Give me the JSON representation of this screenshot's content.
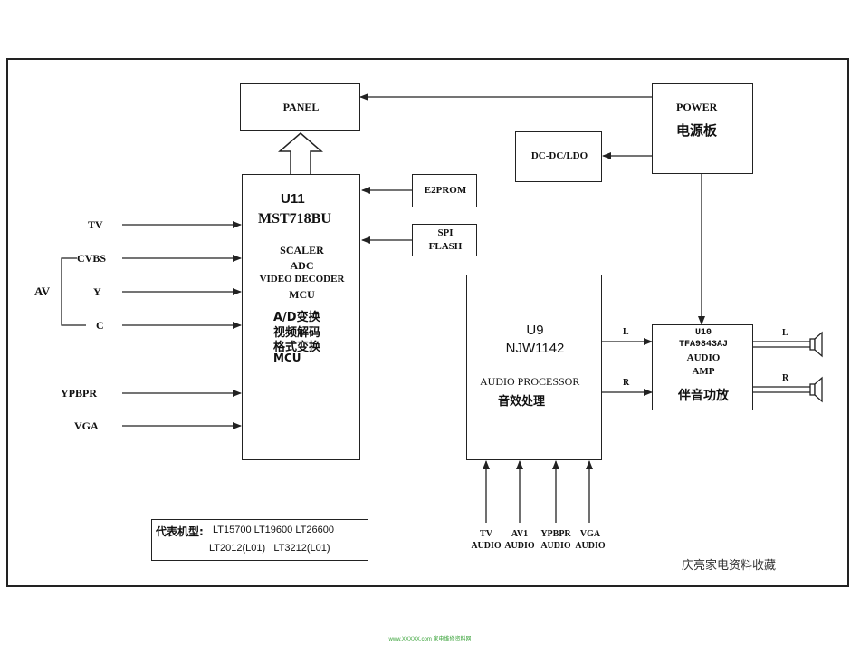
{
  "panel": "PANEL",
  "power": {
    "line1": "POWER",
    "line2": "电源板"
  },
  "dcdc": "DC-DC/LDO",
  "e2prom": "E2PROM",
  "spi": {
    "line1": "SPI",
    "line2": "FLASH"
  },
  "u11": {
    "id": "U11",
    "part": "MST718BU",
    "func1": "SCALER",
    "func2": "ADC",
    "func3": "VIDEO DECODER",
    "func4": "MCU",
    "cn1": "A/D变换",
    "cn2": "视频解码",
    "cn3": "格式变换",
    "cn4": "MCU"
  },
  "inputs": {
    "tv": "TV",
    "cvbs": "CVBS",
    "y": "Y",
    "c": "C",
    "av": "AV",
    "ypbpr": "YPBPR",
    "vga": "VGA"
  },
  "u9": {
    "id": "U9",
    "part": "NJW1142",
    "func": "AUDIO PROCESSOR",
    "cn": "音效处理"
  },
  "channels": {
    "l": "L",
    "r": "R"
  },
  "u10": {
    "id": "U10",
    "part": "TFA9843AJ",
    "func1": "AUDIO",
    "func2": "AMP",
    "cn": "伴音功放"
  },
  "speakers": {
    "l": "L",
    "r": "R"
  },
  "audio_inputs": [
    {
      "line1": "TV",
      "line2": "AUDIO"
    },
    {
      "line1": "AV1",
      "line2": "AUDIO"
    },
    {
      "line1": "YPBPR",
      "line2": "AUDIO"
    },
    {
      "line1": "VGA",
      "line2": "AUDIO"
    }
  ],
  "models": {
    "label": "代表机型:",
    "row1": "LT15700 LT19600 LT26600",
    "row2": "LT2012(L01)   LT3212(L01)"
  },
  "watermark": "庆亮家电资料收藏",
  "footer": "www.XXXXX.com 家电维修资料网"
}
